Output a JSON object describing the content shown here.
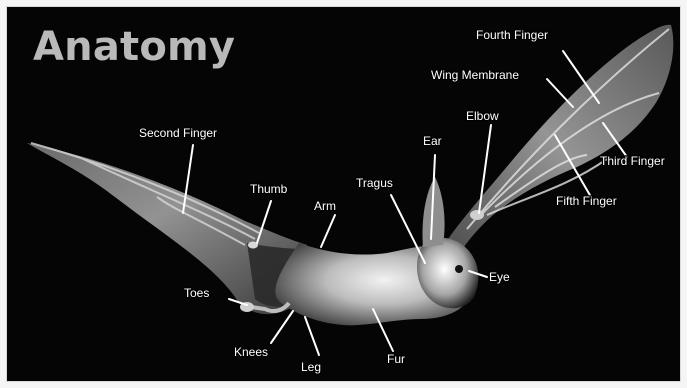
{
  "title": "Anatomy",
  "labels": {
    "second_finger": "Second Finger",
    "thumb": "Thumb",
    "arm": "Arm",
    "tragus": "Tragus",
    "ear": "Ear",
    "elbow": "Elbow",
    "wing_membrane": "Wing Membrane",
    "fourth_finger": "Fourth Finger",
    "third_finger": "Third Finger",
    "fifth_finger": "Fifth Finger",
    "eye": "Eye",
    "toes": "Toes",
    "knees": "Knees",
    "leg": "Leg",
    "fur": "Fur"
  },
  "colors": {
    "background": "#050505",
    "title": "#b9b9b9",
    "label": "#ffffff"
  }
}
